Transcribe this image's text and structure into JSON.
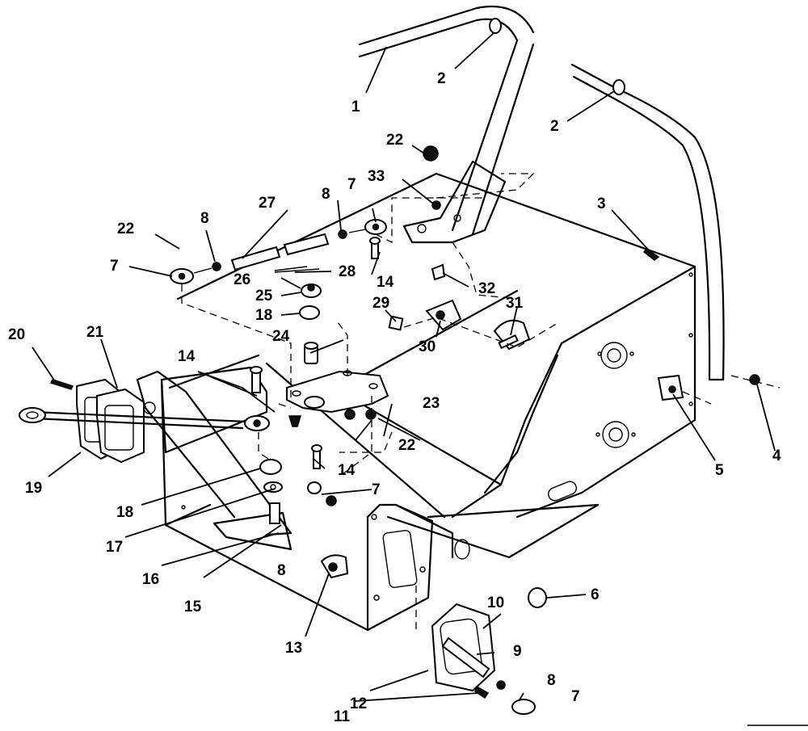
{
  "labels": {
    "l1": "1",
    "l2a": "2",
    "l2b": "2",
    "l3": "3",
    "l4": "4",
    "l5": "5",
    "l6": "6",
    "l7a": "7",
    "l7b": "7",
    "l7c": "7",
    "l7d": "7",
    "l8a": "8",
    "l8b": "8",
    "l8c": "8",
    "l8d": "8",
    "l9": "9",
    "l10": "10",
    "l11": "11",
    "l12": "12",
    "l13": "13",
    "l14a": "14",
    "l14b": "14",
    "l14c": "14",
    "l15": "15",
    "l16": "16",
    "l17": "17",
    "l18a": "18",
    "l18b": "18",
    "l19": "19",
    "l20": "20",
    "l21": "21",
    "l22a": "22",
    "l22b": "22",
    "l22c": "22",
    "l23": "23",
    "l24": "24",
    "l25": "25",
    "l26": "26",
    "l27": "27",
    "l28": "28",
    "l29": "29",
    "l30": "30",
    "l31": "31",
    "l32": "32",
    "l33": "33"
  }
}
